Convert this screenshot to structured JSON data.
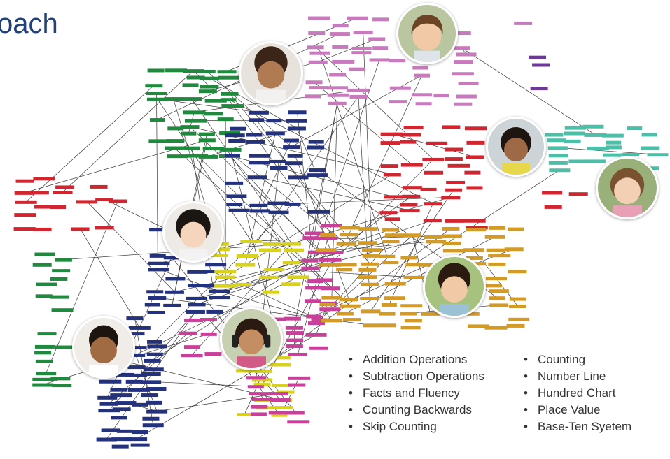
{
  "header": {
    "title": "oach"
  },
  "colors": {
    "green": "#1f8a3e",
    "red": "#d12630",
    "navy": "#24327e",
    "pink": "#c8409a",
    "orchid": "#c77bbc",
    "purple": "#6b3a96",
    "teal": "#4cbfa9",
    "yellow": "#d8d21e",
    "gold": "#d39a25",
    "edge": "#3a3a3a"
  },
  "legend": {
    "left": [
      "Addition Operations",
      "Subtraction Operations",
      "Facts and Fluency",
      "Counting Backwards",
      "Skip Counting"
    ],
    "right": [
      "Counting",
      "Number Line",
      "Hundred Chart",
      "Place Value",
      "Base-Ten Syetem"
    ]
  }
}
